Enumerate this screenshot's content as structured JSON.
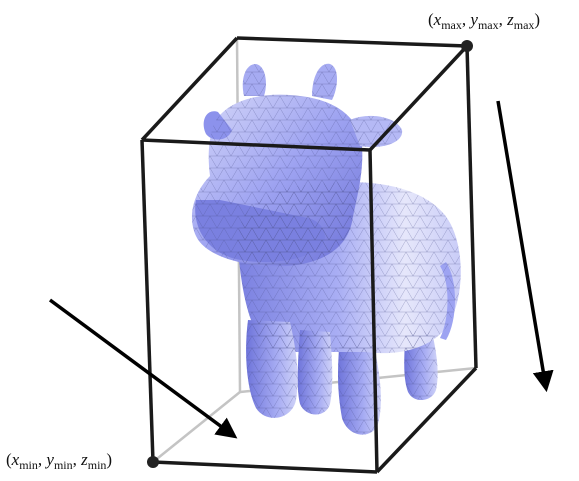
{
  "colors": {
    "box_edge": "#1a1a1a",
    "hidden_edge": "#c4c4c4",
    "arrow": "#000000",
    "mesh_fill": "#9da3f2",
    "mesh_shadow": "#6a70d6",
    "mesh_highlight": "#e9eafc",
    "mesh_wire": "#4b4f8a",
    "corner_dot": "#222222"
  },
  "icons": {
    "mesh": "cow-mesh-icon",
    "arrows": "arrow-icon"
  },
  "corner_max": {
    "open": "(",
    "x": "x",
    "x_sub": "max",
    "y": "y",
    "y_sub": "max",
    "z": "z",
    "z_sub": "max",
    "sep": ", ",
    "close": ")"
  },
  "corner_min": {
    "open": "(",
    "x": "x",
    "x_sub": "min",
    "y": "y",
    "y_sub": "min",
    "z": "z",
    "z_sub": "min",
    "sep": ", ",
    "close": ")"
  }
}
